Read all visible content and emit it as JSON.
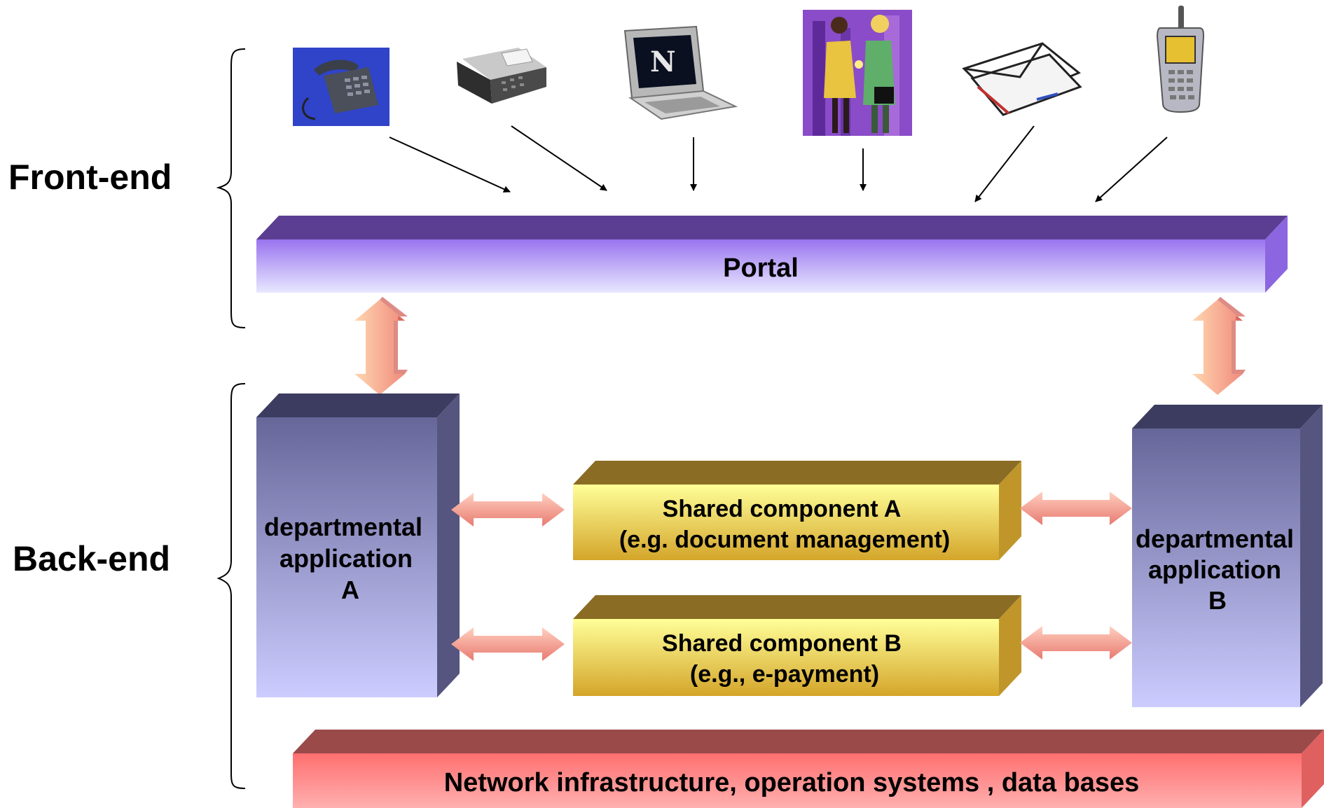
{
  "sections": {
    "front_end": "Front-end",
    "back_end": "Back-end"
  },
  "portal": {
    "label": "Portal"
  },
  "dept_a": {
    "line1": "departmental",
    "line2": "application",
    "line3": "A"
  },
  "dept_b": {
    "line1": "departmental",
    "line2": "application",
    "line3": "B"
  },
  "shared_a": {
    "line1": "Shared component A",
    "line2": "(e.g. document management)"
  },
  "shared_b": {
    "line1": "Shared component B",
    "line2": "(e.g., e-payment)"
  },
  "infrastructure": {
    "label": "Network infrastructure, operation systems , data bases"
  },
  "channels": [
    "telephone-icon",
    "fax-icon",
    "laptop-icon",
    "meeting-icon",
    "mail-icon",
    "mobile-phone-icon"
  ],
  "colors": {
    "portal_top": "#5b3e91",
    "portal_front_top": "#9a74ef",
    "portal_front_bottom": "#e8e8ff",
    "dept_top": "#3c3c60",
    "dept_front_top": "#666699",
    "dept_front_bottom": "#ccccff",
    "shared_top": "#8a6c24",
    "shared_front_top": "#ffff99",
    "shared_front_bottom": "#d4a52a",
    "infra_top": "#9b4a4a",
    "infra_front": "#ff7a7a",
    "connector": "#f4a090"
  }
}
